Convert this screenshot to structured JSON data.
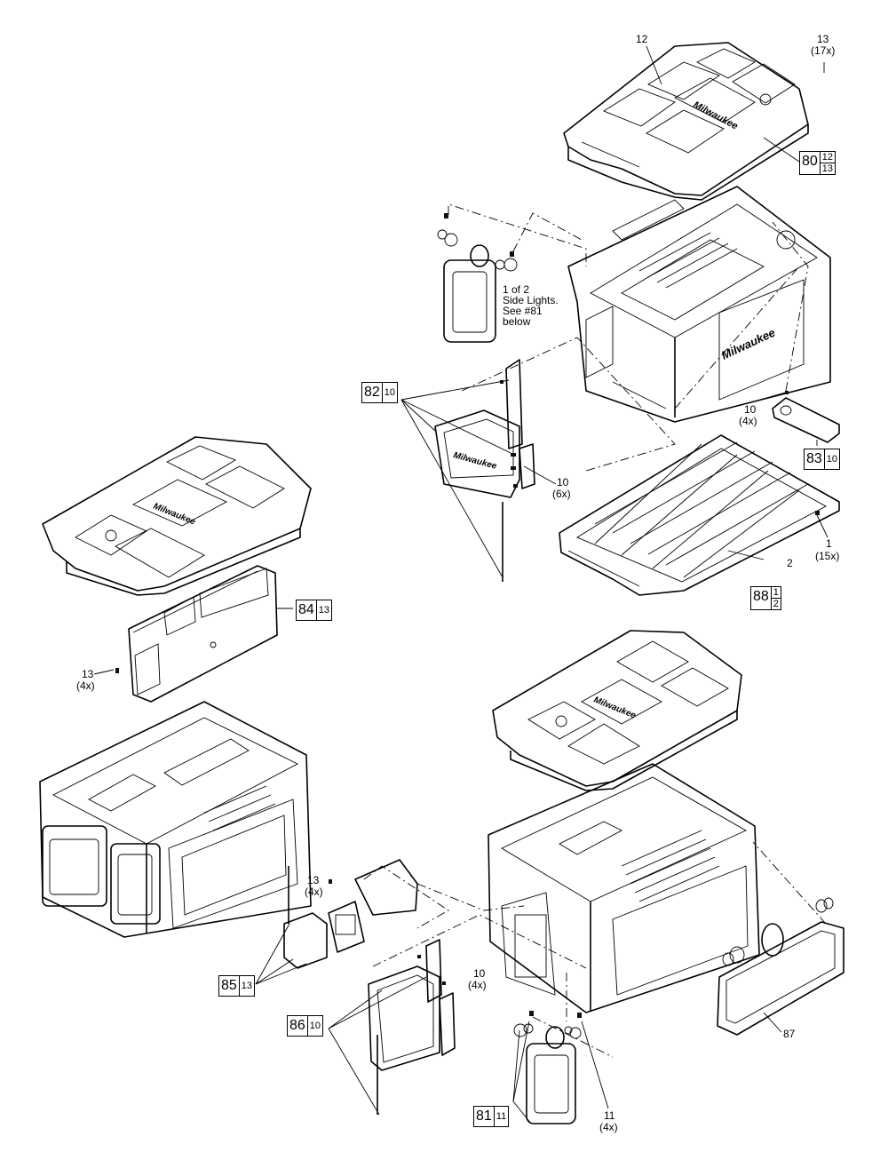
{
  "callouts": {
    "c12": "12",
    "c13_top": "13",
    "c13_top_qty": "(17x)",
    "c10_4x_right": "10",
    "c10_4x_right_qty": "(4x)",
    "c10_6x": "10",
    "c10_6x_qty": "(6x)",
    "c1": "1",
    "c1_qty": "(15x)",
    "c2": "2",
    "c13_left": "13",
    "c13_left_qty": "(4x)",
    "c13_mid": "13",
    "c13_mid_qty": "(4x)",
    "c10_4x_bottom": "10",
    "c10_4x_bottom_qty": "(4x)",
    "c11": "11",
    "c11_qty": "(4x)",
    "c87": "87"
  },
  "note_side_lights": "1 of 2\nSide Lights.\nSee #81\nbelow",
  "kits": {
    "k80": {
      "num": "80",
      "subs": [
        "12",
        "13"
      ]
    },
    "k82": {
      "num": "82",
      "subs": [
        "10"
      ]
    },
    "k83": {
      "num": "83",
      "subs": [
        "10"
      ]
    },
    "k84": {
      "num": "84",
      "subs": [
        "13"
      ]
    },
    "k88": {
      "num": "88",
      "subs": [
        "1",
        "2"
      ]
    },
    "k85": {
      "num": "85",
      "subs": [
        "13"
      ]
    },
    "k86": {
      "num": "86",
      "subs": [
        "10"
      ]
    },
    "k81": {
      "num": "81",
      "subs": [
        "11"
      ]
    }
  },
  "brand_text": "Milwaukee"
}
